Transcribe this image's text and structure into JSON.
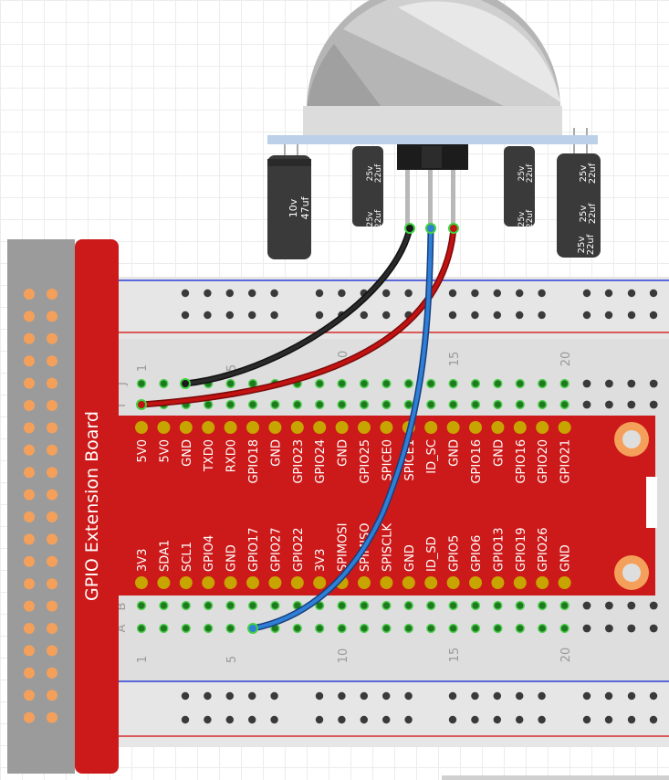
{
  "board": {
    "title": "GPIO Extension Board",
    "top_pins": [
      "5V0",
      "5V0",
      "GND",
      "TXD0",
      "RXD0",
      "GPIO18",
      "GND",
      "GPIO23",
      "GPIO24",
      "GND",
      "GPIO25",
      "SPICE0",
      "SPICE1",
      "ID_SC",
      "GND",
      "GPIO16",
      "GND",
      "GPIO16",
      "GPIO20",
      "GPIO21"
    ],
    "bottom_pins": [
      "3V3",
      "SDA1",
      "SCL1",
      "GPIO4",
      "GND",
      "GPIO17",
      "GPIO27",
      "GPIO22",
      "3V3",
      "SPIMOSI",
      "SPIMISO",
      "SPISCLK",
      "GND",
      "ID_SD",
      "GPIO5",
      "GPIO6",
      "GPIO13",
      "GPIO19",
      "GPIO26",
      "GND"
    ]
  },
  "breadboard": {
    "column_numbers": [
      "1",
      "5",
      "10",
      "15",
      "20"
    ],
    "row_letters_top": [
      "J",
      "I"
    ],
    "row_letters_bottom": [
      "B",
      "A"
    ]
  },
  "sensor": {
    "capacitors": [
      {
        "lines": [
          "10v",
          "47uf"
        ]
      },
      {
        "lines": [
          "25v",
          "22uf"
        ]
      },
      {
        "lines": [
          "25v",
          "22uf"
        ]
      },
      {
        "lines": [
          "25v",
          "22uf"
        ]
      },
      {
        "lines": [
          "25v",
          "22uf"
        ]
      },
      {
        "lines": [
          "25v",
          "22uf"
        ]
      },
      {
        "lines": [
          "25v",
          "22uf"
        ]
      },
      {
        "lines": [
          "25v",
          "22uf"
        ]
      }
    ]
  },
  "colors": {
    "board_red": "#cc1a1a",
    "wire_black": "#1a1a1a",
    "wire_red": "#b00d0d",
    "wire_blue": "#2a6fc4",
    "pin_gold": "#c8a400",
    "header_orange": "#f5a05a"
  }
}
